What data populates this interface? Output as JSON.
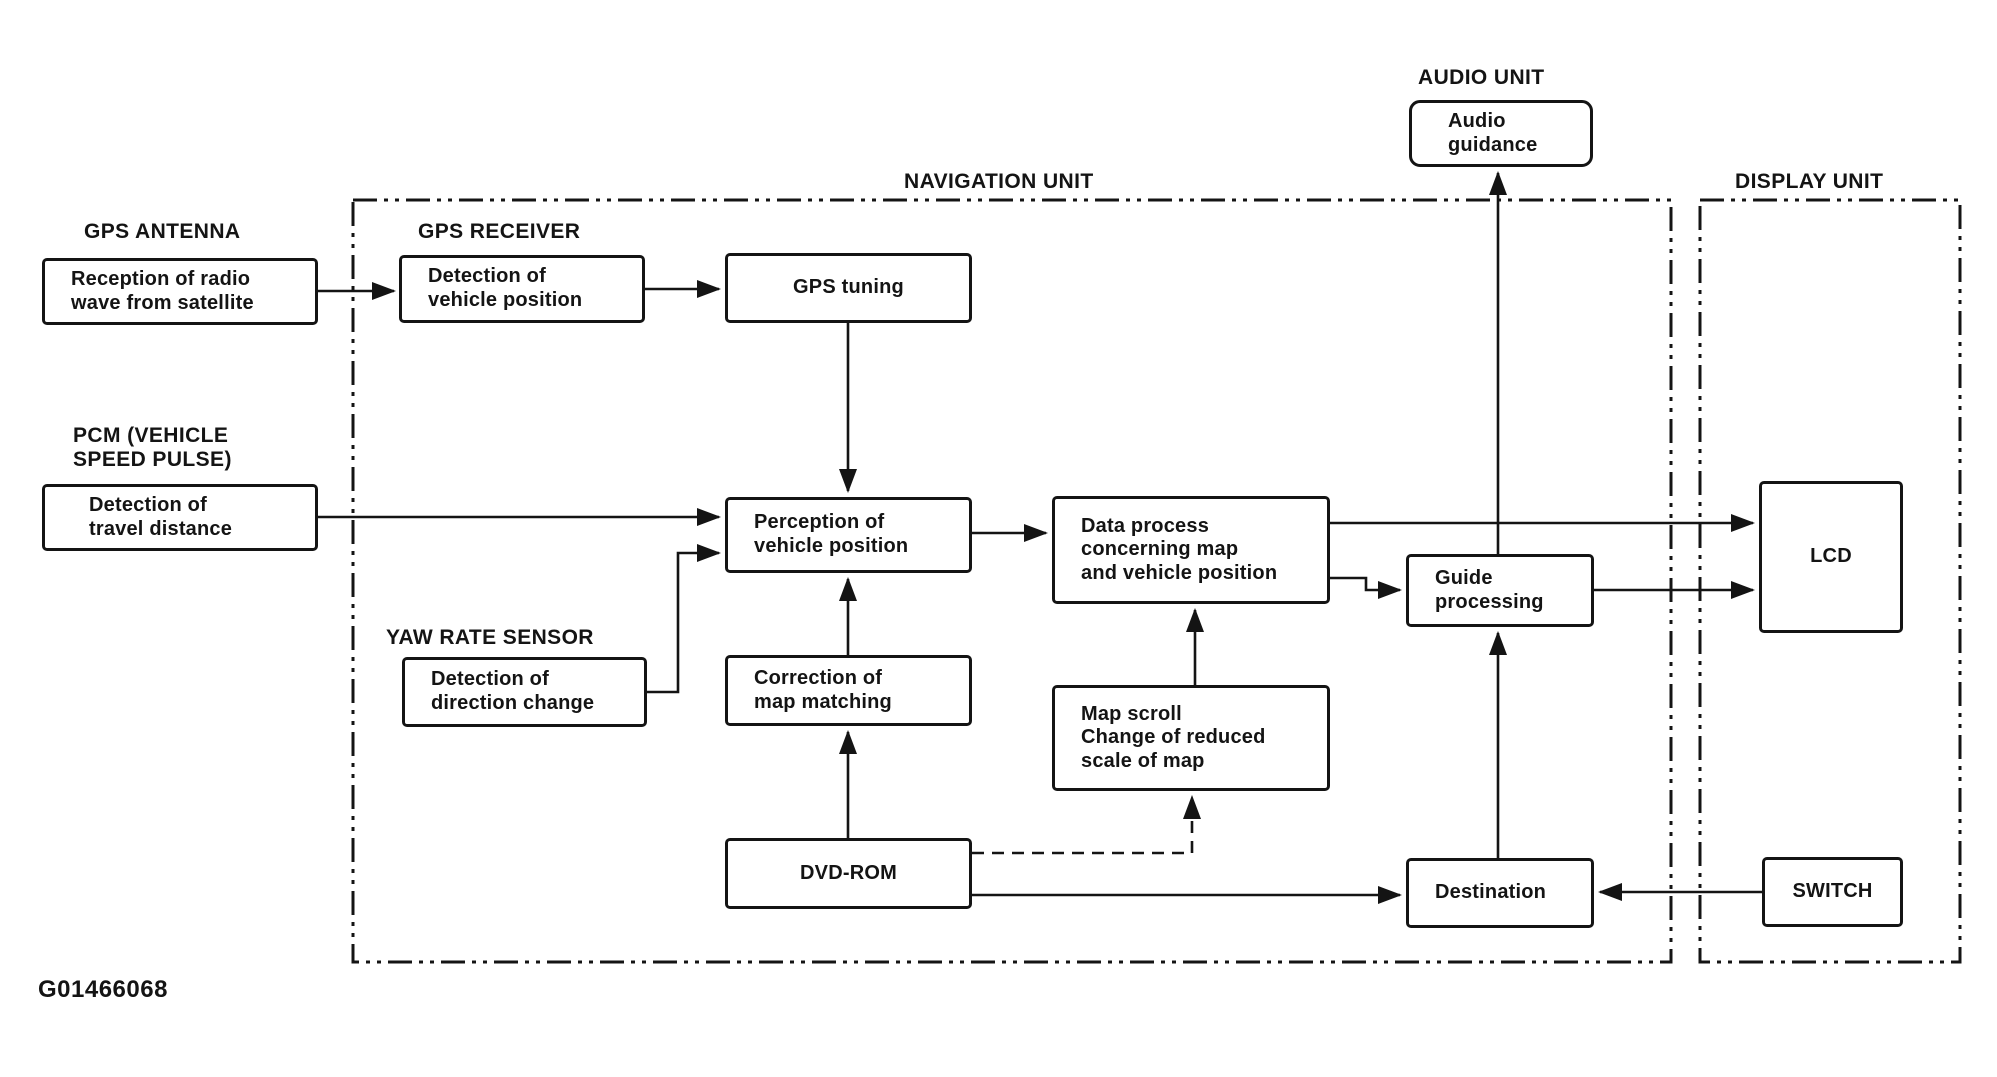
{
  "figure_id": "G01466068",
  "colors": {
    "ink": "#141414",
    "background": "#ffffff"
  },
  "units": {
    "navigation": "NAVIGATION UNIT",
    "display": "DISPLAY UNIT",
    "audio": "AUDIO UNIT"
  },
  "external_labels": {
    "gps_antenna": "GPS ANTENNA",
    "gps_receiver": "GPS RECEIVER",
    "pcm": [
      "PCM (VEHICLE",
      "SPEED PULSE)"
    ],
    "yaw_rate_sensor": "YAW RATE SENSOR"
  },
  "blocks": {
    "reception_radio_wave": [
      "Reception of radio",
      "wave from satellite"
    ],
    "detection_vehicle_position": [
      "Detection of",
      "vehicle position"
    ],
    "gps_tuning": "GPS tuning",
    "audio_guidance": [
      "Audio",
      "guidance"
    ],
    "detection_travel_distance": [
      "Detection of",
      "travel distance"
    ],
    "detection_direction_change": [
      "Detection of",
      "direction change"
    ],
    "perception_vehicle_position": [
      "Perception of",
      "vehicle position"
    ],
    "correction_map_matching": [
      "Correction of",
      "map matching"
    ],
    "data_process": [
      "Data process",
      "concerning map",
      "and vehicle position"
    ],
    "map_scroll": [
      "Map scroll",
      "Change of reduced",
      "scale of map"
    ],
    "guide_processing": [
      "Guide",
      "processing"
    ],
    "lcd": "LCD",
    "dvd_rom": "DVD-ROM",
    "destination": "Destination",
    "switch": "SWITCH"
  }
}
